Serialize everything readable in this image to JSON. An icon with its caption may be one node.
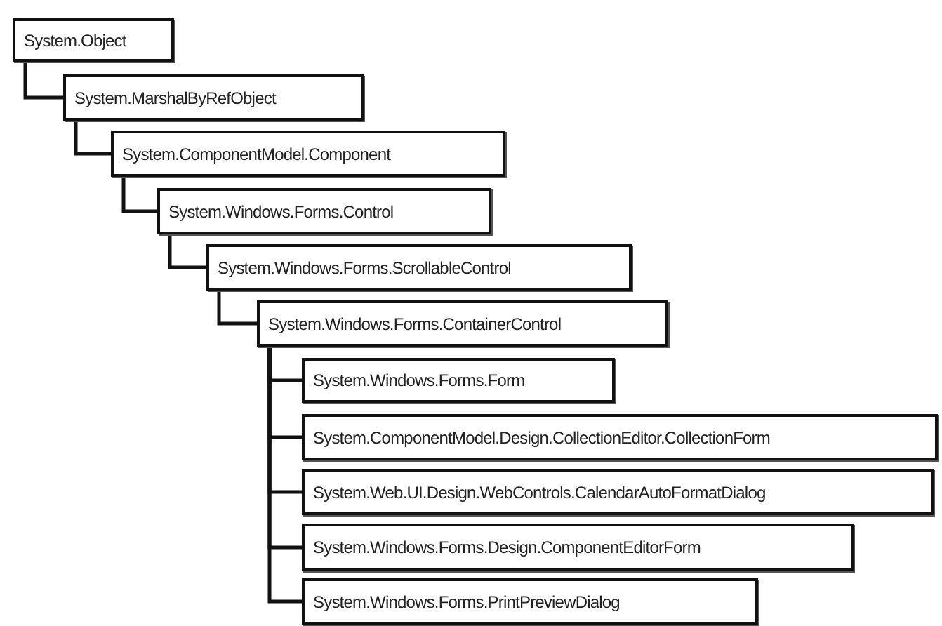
{
  "diagram": {
    "nodes": [
      {
        "text": [
          "System.Object"
        ]
      },
      {
        "text": [
          "System.MarshalByRefObject"
        ]
      },
      {
        "text": [
          "System.ComponentModel.Component"
        ]
      },
      {
        "text": [
          "System.Windows.Forms.Control"
        ]
      },
      {
        "text": [
          "System.Windows.Forms.ScrollableControl"
        ]
      },
      {
        "text": [
          "System.Windows.Forms.ContainerControl"
        ]
      },
      {
        "text": [
          "System.Windows.Forms.Form"
        ]
      },
      {
        "text": [
          "System.ComponentModel.Design.CollectionEditor.CollectionForm"
        ]
      },
      {
        "text": [
          "System.Web.UI.Design.WebControls.CalendarAutoFormatDialog"
        ]
      },
      {
        "text": [
          "System.Windows.Forms.Design.ComponentEditorForm"
        ]
      },
      {
        "text": [
          "System.Windows.Forms.PrintPreviewDialog"
        ]
      }
    ],
    "edges": [
      {
        "from": 0,
        "to": 1,
        "arrow": "none"
      },
      {
        "from": 1,
        "to": 2,
        "arrow": "none"
      },
      {
        "from": 2,
        "to": 3,
        "arrow": "none"
      },
      {
        "from": 3,
        "to": 4,
        "arrow": "none"
      },
      {
        "from": 4,
        "to": 5,
        "arrow": "none"
      },
      {
        "from": 5,
        "to": 6,
        "arrow": "none"
      },
      {
        "from": 5,
        "to": 7,
        "arrow": "none"
      },
      {
        "from": 5,
        "to": 8,
        "arrow": "none"
      },
      {
        "from": 5,
        "to": 9,
        "arrow": "none"
      },
      {
        "from": 5,
        "to": 10,
        "arrow": "none"
      }
    ]
  }
}
